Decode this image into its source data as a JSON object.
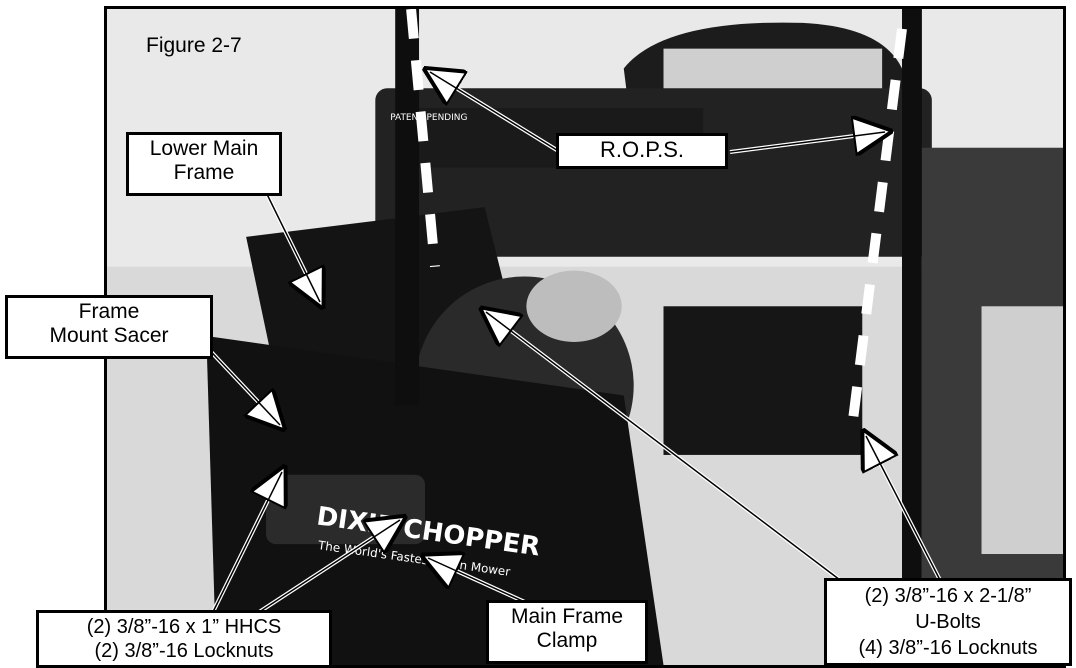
{
  "figure": {
    "title": "Figure 2-7",
    "photo_brand_text": "DIXIE CHOPPER",
    "photo_tagline": "The World's Fastest Lawn Mower",
    "photo_small_plate": "PATENT PENDING"
  },
  "callouts": {
    "rops": "R.O.P.S.",
    "lower_main_frame_1": "Lower Main",
    "lower_main_frame_2": "Frame",
    "frame_mount_1": "Frame",
    "frame_mount_2": "Mount Sacer",
    "hhcs_1": "(2) 3/8”-16 x 1” HHCS",
    "hhcs_2": "(2) 3/8”-16 Locknuts",
    "main_clamp_1": "Main Frame",
    "main_clamp_2": "Clamp",
    "ubolts_1": "(2) 3/8”-16 x 2-1/8”",
    "ubolts_2": "U-Bolts",
    "ubolts_3": "(4) 3/8”-16 Locknuts"
  },
  "colors": {
    "ink": "#000000",
    "paper": "#ffffff"
  }
}
